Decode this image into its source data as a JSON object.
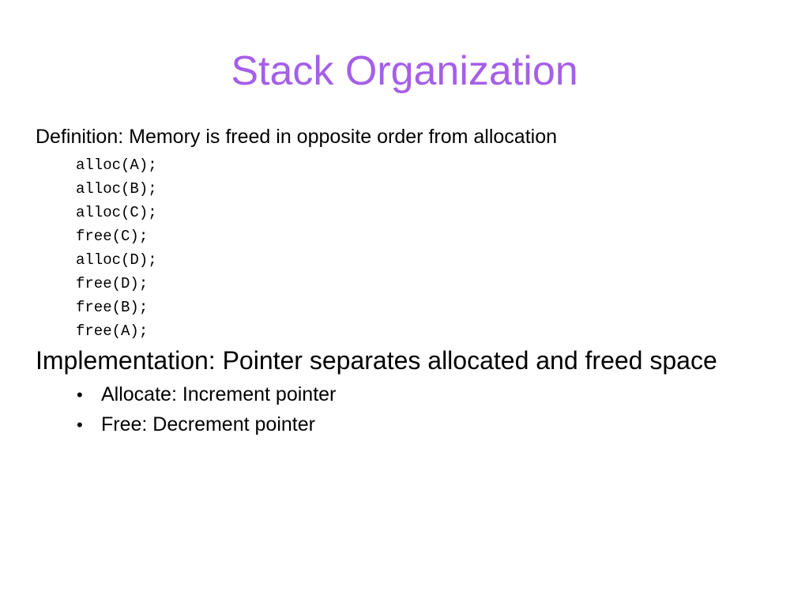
{
  "slide": {
    "title": "Stack Organization",
    "title_color": "#a55fe8",
    "definition": "Definition: Memory is freed in opposite order from allocation",
    "code_lines": [
      "alloc(A);",
      "alloc(B);",
      "alloc(C);",
      "free(C);",
      "alloc(D);",
      "free(D);",
      "free(B);",
      "free(A);"
    ],
    "implementation": "Implementation: Pointer separates allocated and freed space",
    "bullet_glyph": "•",
    "bullets": [
      "Allocate: Increment pointer",
      "Free: Decrement pointer"
    ]
  }
}
